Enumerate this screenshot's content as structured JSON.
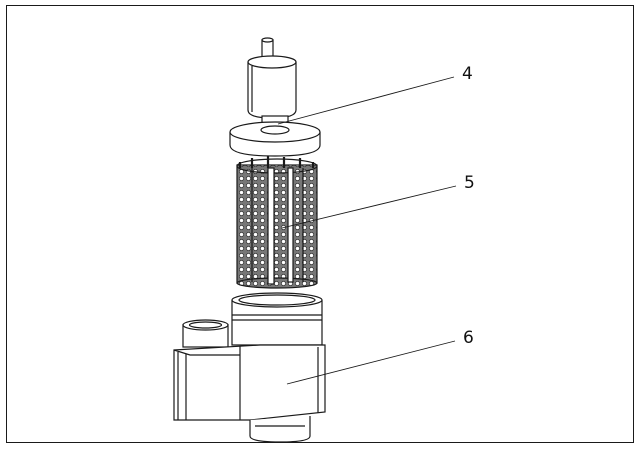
{
  "callouts": [
    {
      "id": "4",
      "label": "4"
    },
    {
      "id": "5",
      "label": "5"
    },
    {
      "id": "6",
      "label": "6"
    }
  ],
  "colors": {
    "stroke": "#1a1a1a",
    "mesh": "#555555",
    "fill": "#ffffff"
  }
}
